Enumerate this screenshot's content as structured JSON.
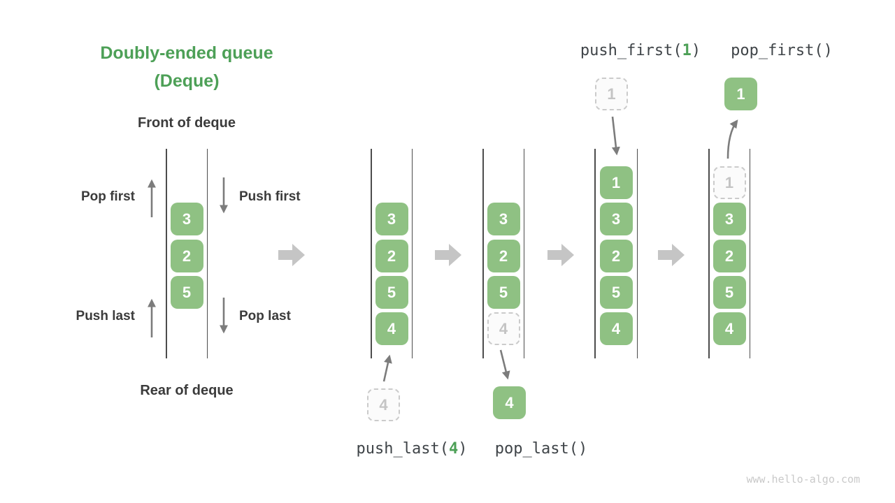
{
  "title": {
    "line1": "Doubly-ended queue",
    "line2": "(Deque)"
  },
  "labels": {
    "front": "Front of deque",
    "rear": "Rear of deque",
    "pop_first": "Pop first",
    "push_first": "Push first",
    "push_last": "Push last",
    "pop_last": "Pop last"
  },
  "operations": {
    "push_last": {
      "prefix": "push_last(",
      "arg": "4",
      "suffix": ")"
    },
    "pop_last": {
      "label": "pop_last()"
    },
    "push_first": {
      "prefix": "push_first(",
      "arg": "1",
      "suffix": ")"
    },
    "pop_first": {
      "label": "pop_first()"
    }
  },
  "queues": [
    {
      "name": "initial-deque",
      "cells": [
        {
          "value": "3"
        },
        {
          "value": "2"
        },
        {
          "value": "5"
        }
      ]
    },
    {
      "name": "after-push-last",
      "cells": [
        {
          "value": "3"
        },
        {
          "value": "2"
        },
        {
          "value": "5"
        },
        {
          "value": "4"
        }
      ]
    },
    {
      "name": "during-pop-last",
      "cells": [
        {
          "value": "3"
        },
        {
          "value": "2"
        },
        {
          "value": "5"
        },
        {
          "value": "4",
          "ghost": true
        }
      ]
    },
    {
      "name": "after-push-first",
      "cells": [
        {
          "value": "1"
        },
        {
          "value": "3"
        },
        {
          "value": "2"
        },
        {
          "value": "5"
        },
        {
          "value": "4"
        }
      ]
    },
    {
      "name": "during-pop-first",
      "cells": [
        {
          "value": "1",
          "ghost": true
        },
        {
          "value": "3"
        },
        {
          "value": "2"
        },
        {
          "value": "5"
        },
        {
          "value": "4"
        }
      ]
    }
  ],
  "floating_cells": {
    "push_last_in": {
      "value": "4",
      "style": "dashed"
    },
    "pop_last_out": {
      "value": "4",
      "style": "solid"
    },
    "push_first_in": {
      "value": "1",
      "style": "dashed"
    },
    "pop_first_out": {
      "value": "1",
      "style": "solid"
    }
  },
  "icons": {
    "flow_arrow": "right-block-arrow",
    "thin_arrows": [
      "pop-first-up",
      "push-first-down",
      "push-last-up",
      "pop-last-down",
      "push-last-insert",
      "pop-last-remove",
      "push-first-insert",
      "pop-first-remove"
    ]
  },
  "colors": {
    "cell_green": "#8FC183",
    "accent_green": "#4DA057",
    "label_dark": "#3B3B3B",
    "code_dark": "#3F4448",
    "rail_gray": "#4C4C4C",
    "thin_arrow_gray": "#7C7C7C",
    "block_arrow_gray": "#C5C5C5",
    "ghost_border": "#CBCBCB",
    "ghost_text": "#C4C4C4",
    "watermark_gray": "#C9C9C9"
  },
  "watermark": "www.hello-algo.com"
}
